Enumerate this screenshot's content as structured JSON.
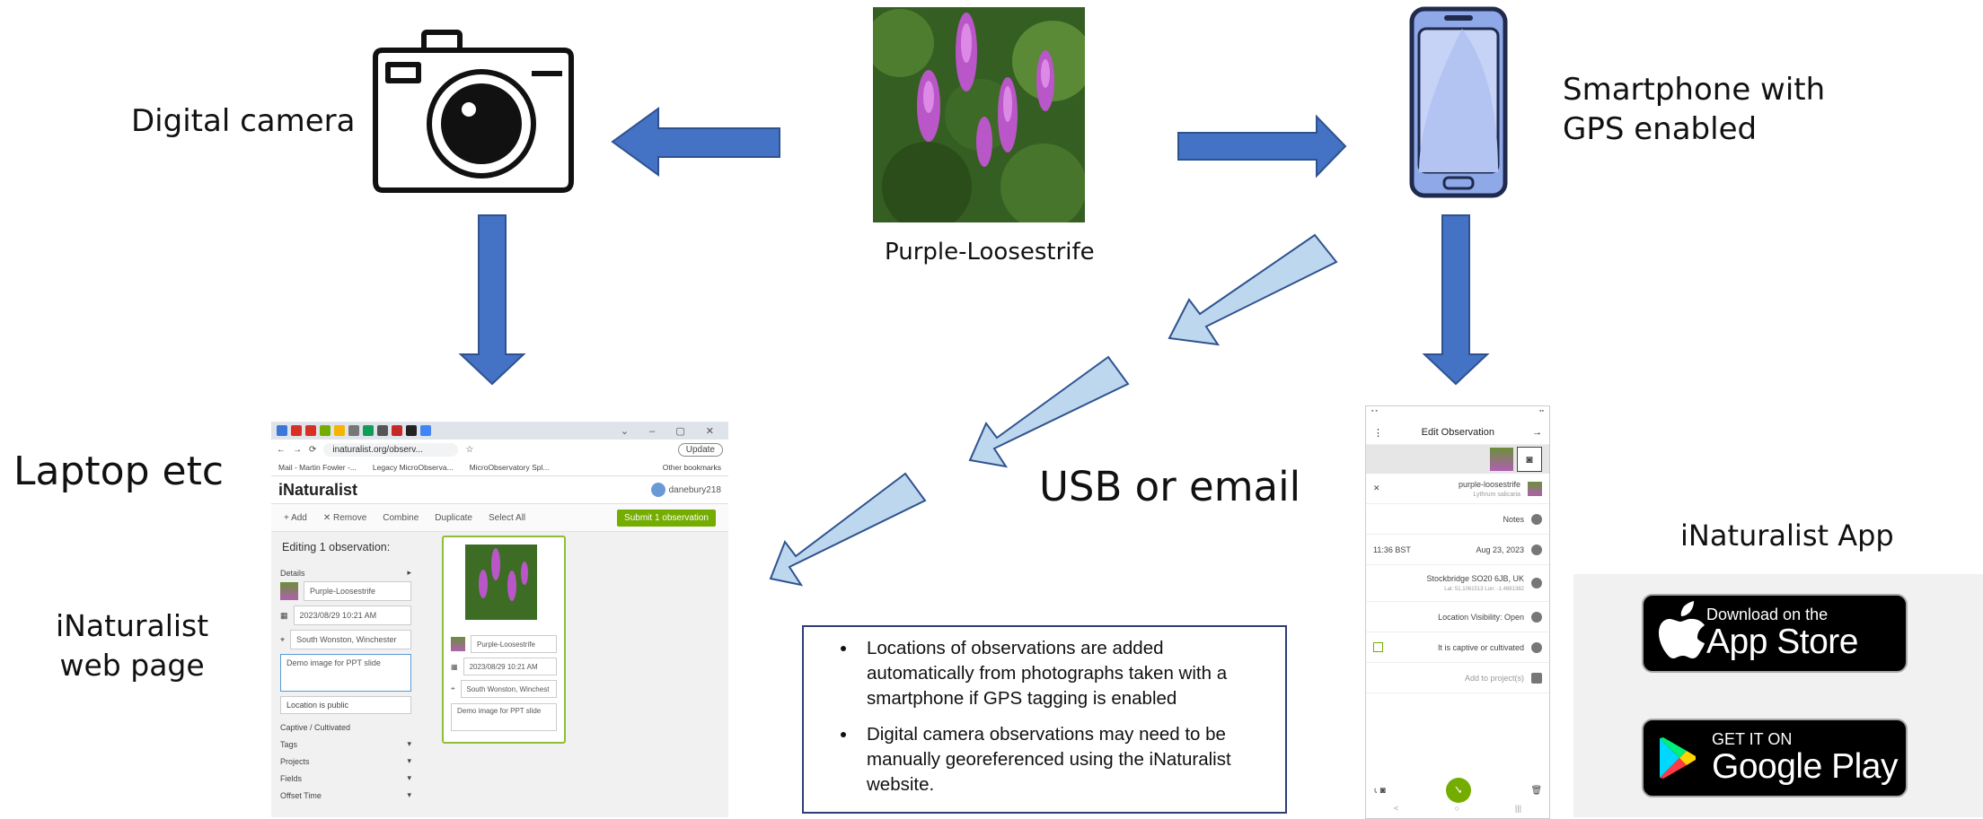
{
  "labels": {
    "digital_camera": "Digital camera",
    "smartphone_line1": "Smartphone with",
    "smartphone_line2": "GPS enabled",
    "flower": "Purple-Loosestrife",
    "laptop": "Laptop etc",
    "webpage_line1": "iNaturalist",
    "webpage_line2": "web page",
    "usb_email": "USB or email",
    "app": "iNaturalist App"
  },
  "notes": [
    "Locations of observations are  added automatically from photographs taken with a smartphone if GPS tagging is enabled",
    "Digital camera observations may need to be manually georeferenced using the iNaturalist website."
  ],
  "web": {
    "url": "inaturalist.org/observ...",
    "update": "Update",
    "bookmarks": [
      "Mail - Martin Fowler -...",
      "Legacy MicroObserva...",
      "MicroObservatory Spl...",
      "Other bookmarks"
    ],
    "logo": "iNaturalist",
    "user": "danebury218",
    "toolbar": [
      "+ Add",
      "✕ Remove",
      "Combine",
      "Duplicate",
      "Select All"
    ],
    "submit": "Submit 1 observation",
    "editing": "Editing 1 observation:",
    "details": "Details",
    "species": "Purple-Loosestrife",
    "date": "2023/08/29 10:21 AM",
    "place": "South Wonston, Winchester",
    "place_short": "South Wonston, Winchest",
    "desc": "Demo image for PPT slide",
    "location": "Location is public",
    "captive": "Captive / Cultivated",
    "sections": [
      "Tags",
      "Projects",
      "Fields",
      "Offset Time"
    ]
  },
  "app": {
    "title": "Edit Observation",
    "species": "purple-loosestrife",
    "latin": "Lythrum salicaria",
    "notes": "Notes",
    "date": "Aug 23, 2023",
    "time": "11:36 BST",
    "place": "Stockbridge SO20 6JB, UK",
    "coords": "Lat: 51.1061513 Lon: -1.4681382",
    "visibility": "Location Visibility: Open",
    "captive": "It is captive or cultivated",
    "project": "Add to project(s)"
  },
  "badges": {
    "apple_small": "Download on the",
    "apple_big": "App Store",
    "google_small": "GET IT ON",
    "google_big": "Google Play"
  },
  "colors": {
    "arrow_dark": "#4472c4",
    "arrow_light": "#bdd7ee",
    "arrow_stroke": "#2f528f",
    "inat_green": "#74ac00"
  }
}
